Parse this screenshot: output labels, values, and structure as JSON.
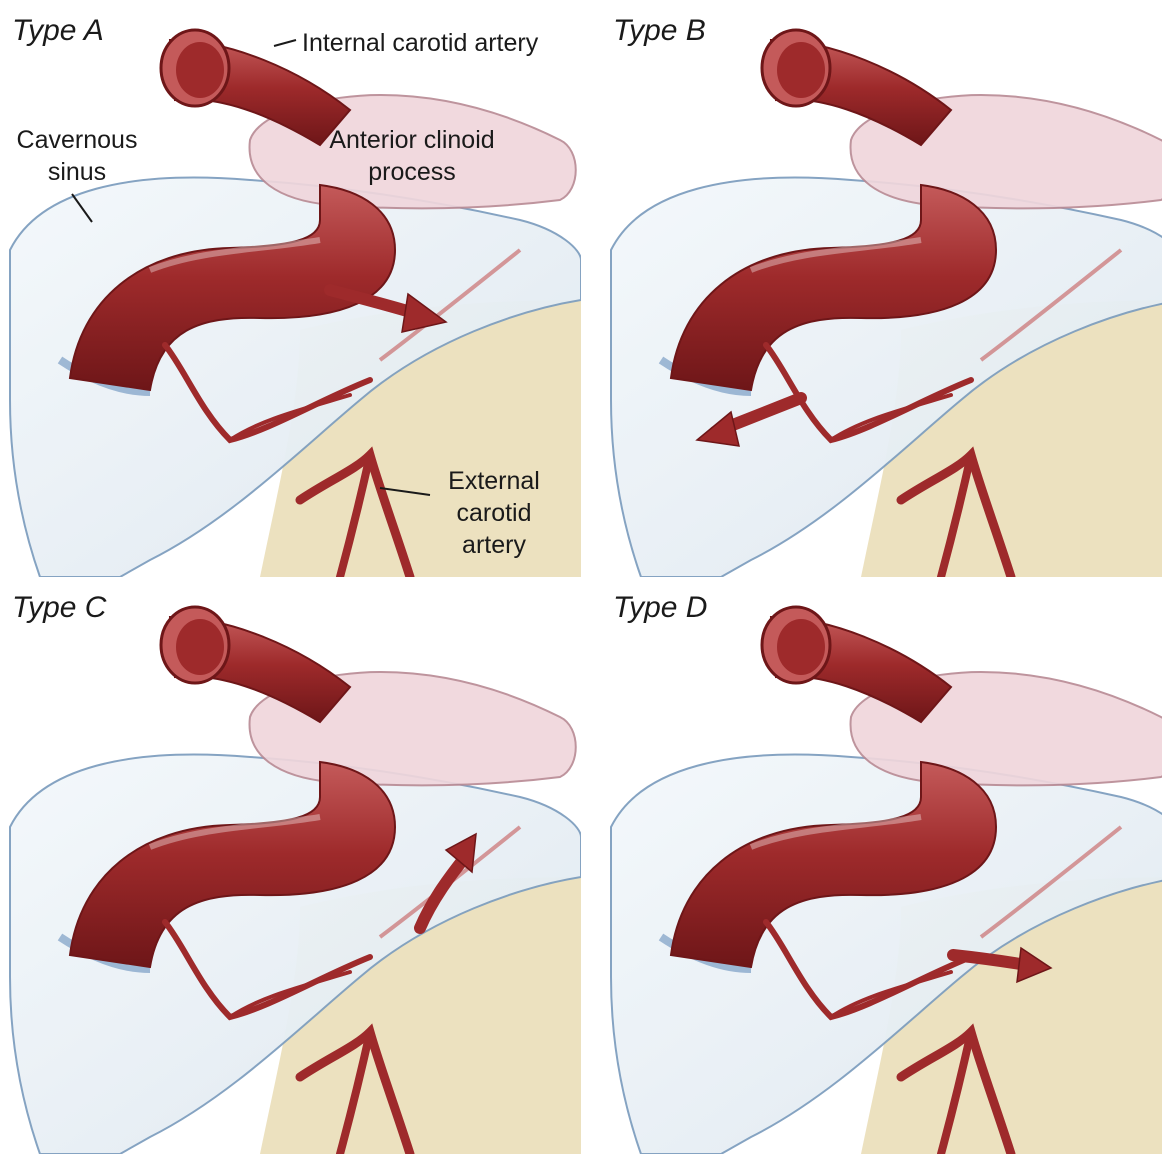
{
  "panels": [
    {
      "title": "Type A",
      "flow_direction": "posterior-superior"
    },
    {
      "title": "Type B",
      "flow_direction": "inferior-posterior"
    },
    {
      "title": "Type C",
      "flow_direction": "superior"
    },
    {
      "title": "Type D",
      "flow_direction": "posterior"
    }
  ],
  "labels": {
    "ica": "Internal carotid artery",
    "cavernous": [
      "Cavernous",
      "sinus"
    ],
    "clinoid": [
      "Anterior clinoid",
      "process"
    ],
    "eca": [
      "External",
      "carotid",
      "artery"
    ]
  },
  "colors": {
    "artery": "#9e2a2b",
    "artery_dark": "#6e1618",
    "artery_light": "#c45a5a",
    "sinus": "#dde8f0",
    "sinus_edge": "#7f9fbf",
    "bone": "#e9dcb4",
    "clinoid": "#f0d6dc",
    "clinoid_edge": "#b98b95"
  }
}
